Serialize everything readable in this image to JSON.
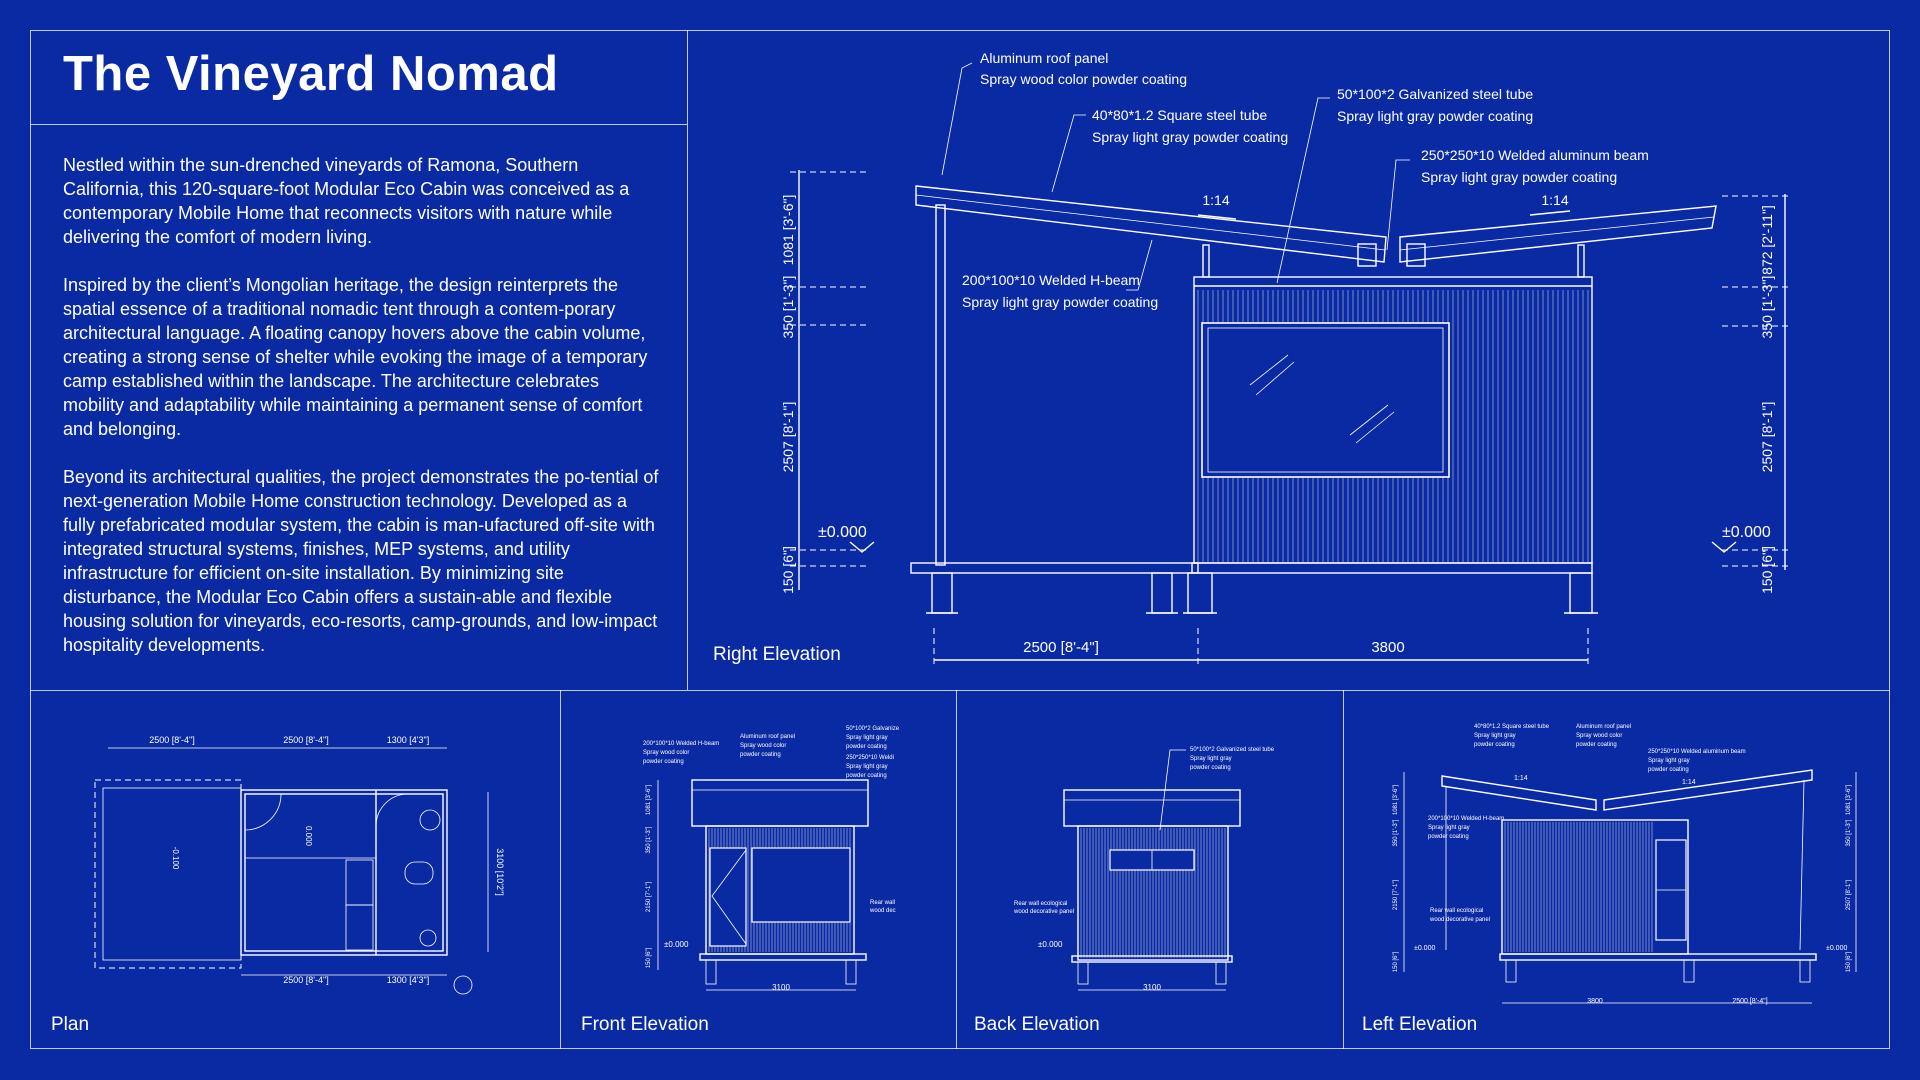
{
  "title": "The Vineyard Nomad",
  "paragraphs": [
    "Nestled within the sun-drenched vineyards of Ramona, Southern California, this 120-square-foot Modular Eco Cabin was conceived as a contemporary Mobile Home that reconnects visitors with nature while delivering the comfort of modern living.",
    "Inspired by the client’s Mongolian heritage, the design reinterprets the spatial essence of a traditional nomadic tent through a contem-porary architectural language. A floating canopy hovers above the cabin volume, creating a strong sense of shelter while evoking the image of a temporary camp established within the landscape. The architecture celebrates mobility and adaptability while maintaining a permanent sense of comfort and belonging.",
    "Beyond its architectural qualities, the project demonstrates the po-tential of next-generation Mobile Home construction technology. Developed as a fully prefabricated modular system, the cabin is man-ufactured off-site with integrated structural systems, finishes, MEP systems, and utility infrastructure for efficient on-site installation. By minimizing site disturbance, the Modular Eco Cabin offers a sustain-able and flexible housing solution for vineyards, eco-resorts, camp-grounds, and low-impact hospitality developments."
  ],
  "captions": {
    "right": "Right Elevation",
    "plan": "Plan",
    "front": "Front Elevation",
    "back": "Back Elevation",
    "left": "Left Elevation"
  },
  "right_elevation": {
    "notes": {
      "roof1": "Aluminum roof panel",
      "roof2": "Spray wood color powder coating",
      "tube1": "40*80*1.2 Square steel tube",
      "tube2": "Spray light gray powder coating",
      "gal1": "50*100*2 Galvanized steel tube",
      "gal2": "Spray light gray powder coating",
      "beam1": "250*250*10 Welded aluminum beam",
      "beam2": "Spray light gray powder coating",
      "hbeam1": "200*100*10 Welded H-beam",
      "hbeam2": "Spray light gray powder coating"
    },
    "slope_left": "1:14",
    "slope_right": "1:14",
    "dims_left": [
      "1081 [3'-6\"]",
      "350 [1'-3\"]",
      "2507 [8'-1\"]",
      "150 [6\"]"
    ],
    "dims_right": [
      "872 [2'-11\"]",
      "350 [1'-3\"]",
      "2507 [8'-1\"]",
      "150 [6\"]"
    ],
    "level_left": "±0.000",
    "level_right": "±0.000",
    "dim_bottom_1": "2500 [8'-4\"]",
    "dim_bottom_2": "3800"
  },
  "plan": {
    "top_1": "2500 [8'-4\"]",
    "top_2": "2500 [8'-4\"]",
    "top_3": "1300 [4'3\"]",
    "bottom_1": "2500 [8'-4\"]",
    "bottom_2": "1300 [4'3\"]",
    "side": "3100 [10'2\"]",
    "lvl1": "-0.100",
    "lvl2": "0.000"
  },
  "front_elevation": {
    "n1": "200*100*10 Welded H-beam",
    "n2": "Spray wood color",
    "n3": "powder coating",
    "n4": "Aluminum roof panel",
    "n5": "Spray wood color",
    "n6": "powder coating",
    "n7": "50*100*2 Galvanize",
    "n8": "Spray light gray",
    "n9": "powder coating",
    "n10": "250*250*10 Weldi",
    "n11": "Spray light gray",
    "n12": "powder coating",
    "n13": "Rear wall",
    "n14": "wood dec",
    "lvl": "±0.000",
    "dim": "3100",
    "dims": [
      "1081 [3'-6\"]",
      "350 [1'-3\"]",
      "2150 [7'-1\"]",
      "150 [6\"]"
    ]
  },
  "back_elevation": {
    "n1": "50*100*2 Galvanized steel tube",
    "n2": "Spray light gray",
    "n3": "powder coating",
    "n4": "Rear wall ecological",
    "n5": "wood decorative panel",
    "lvl": "±0.000",
    "dim": "3100"
  },
  "left_elevation": {
    "n1": "40*80*1.2 Square steel tube",
    "n2": "Spray light gray",
    "n3": "powder coating",
    "n4": "Aluminum roof panel",
    "n5": "Spray wood color",
    "n6": "powder coating",
    "n7": "250*250*10 Welded aluminum beam",
    "n8": "Spray light gray",
    "n9": "powder coating",
    "n10": "200*100*10 Welded H-beam",
    "n11": "Spray light gray",
    "n12": "powder coating",
    "n13": "Rear wall ecological",
    "n14": "wood decorative panel",
    "slope1": "1:14",
    "slope2": "1:14",
    "lvl1": "±0.000",
    "lvl2": "±0.000",
    "dim1": "3800",
    "dim2": "2500 [8'-4\"]",
    "dims_left": [
      "1081 [3'-6\"]",
      "350 [1'-3\"]",
      "2150 [7'-1\"]",
      "150 [6\"]"
    ],
    "dims_right": [
      "1081 [3'-6\"]",
      "350 [1'-3\"]",
      "2507 [8'-1\"]",
      "150 [6\"]"
    ]
  }
}
